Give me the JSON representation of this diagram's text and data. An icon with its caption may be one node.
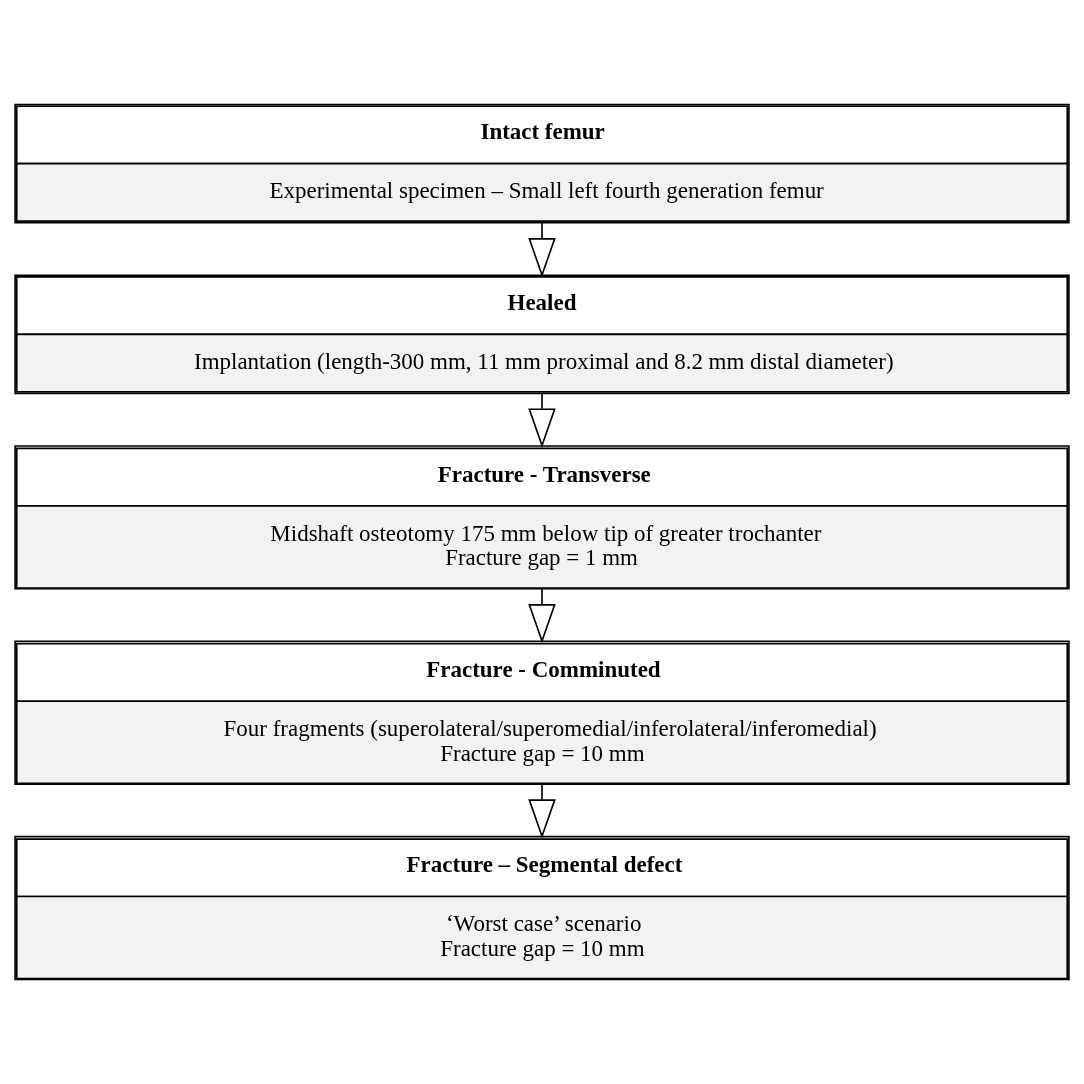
{
  "diagram": {
    "nodes": [
      {
        "text": [
          "Intact femur",
          "Experimental specimen – Small left fourth generation femur"
        ]
      },
      {
        "text": [
          "Healed",
          "Implantation (length-300 mm, 11 mm proximal and 8.2 mm distal diameter)"
        ]
      },
      {
        "text": [
          "Fracture - Transverse",
          "Midshaft osteotomy 175 mm below tip of greater trochanter",
          "Fracture gap = 1 mm"
        ]
      },
      {
        "text": [
          "Fracture - Comminuted",
          "Four fragments (superolateral/superomedial/inferolateral/inferomedial)",
          "Fracture gap = 10 mm"
        ]
      },
      {
        "text": [
          "Fracture – Segmental defect",
          "‘Worst case’ scenario",
          "Fracture gap = 10 mm"
        ]
      }
    ],
    "edges": [
      {
        "from": 0,
        "to": 1,
        "arrow": "to"
      },
      {
        "from": 1,
        "to": 2,
        "arrow": "to"
      },
      {
        "from": 2,
        "to": 3,
        "arrow": "to"
      },
      {
        "from": 3,
        "to": 4,
        "arrow": "to"
      }
    ]
  }
}
